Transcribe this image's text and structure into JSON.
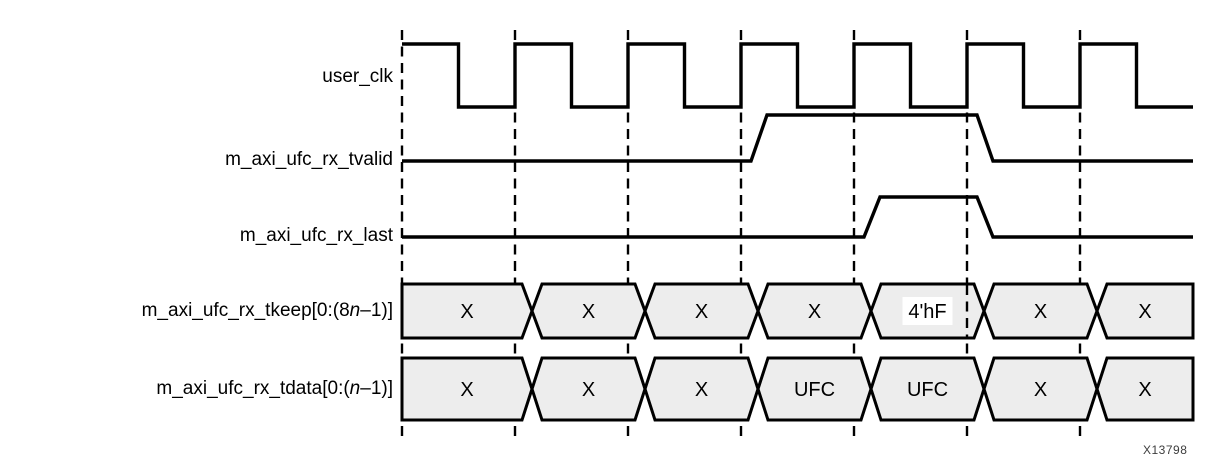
{
  "figure_id": "X13798",
  "colors": {
    "stroke": "#000000",
    "bus_fill": "#ededed",
    "text": "#000000",
    "mask_bg": "#ffffff",
    "fig_id_color": "#3d3d3d",
    "background": "#ffffff"
  },
  "waveform": {
    "periods": 7,
    "clock_duty": 0.5,
    "signals": [
      {
        "id": "user_clk",
        "kind": "clock",
        "label": {
          "pre": "user_clk",
          "it": "",
          "post": ""
        }
      },
      {
        "id": "m_axi_ufc_rx_tvalid",
        "kind": "line",
        "label": {
          "pre": "m_axi_ufc_rx_tvalid",
          "it": "",
          "post": ""
        },
        "high_intervals": [
          [
            3,
            5
          ]
        ]
      },
      {
        "id": "m_axi_ufc_rx_last",
        "kind": "line",
        "label": {
          "pre": "m_axi_ufc_rx_last",
          "it": "",
          "post": ""
        },
        "high_intervals": [
          [
            4,
            5
          ]
        ]
      },
      {
        "id": "m_axi_ufc_rx_tkeep",
        "kind": "bus",
        "label": {
          "pre": "m_axi_ufc_rx_tkeep[0:(8",
          "it": "n",
          "post": "–1)]"
        },
        "cells": [
          {
            "text": "X"
          },
          {
            "text": "X"
          },
          {
            "text": "X"
          },
          {
            "text": "X"
          },
          {
            "text": "4'hF",
            "white_bg": true,
            "edge_marker": 5
          },
          {
            "text": "X"
          },
          {
            "text": "X"
          }
        ]
      },
      {
        "id": "m_axi_ufc_rx_tdata",
        "kind": "bus",
        "label": {
          "pre": "m_axi_ufc_rx_tdata[0:(",
          "it": "n",
          "post": "–1)]"
        },
        "cells": [
          {
            "text": "X"
          },
          {
            "text": "X"
          },
          {
            "text": "X"
          },
          {
            "text": "UFC"
          },
          {
            "text": "UFC"
          },
          {
            "text": "X"
          },
          {
            "text": "X"
          }
        ]
      }
    ]
  }
}
